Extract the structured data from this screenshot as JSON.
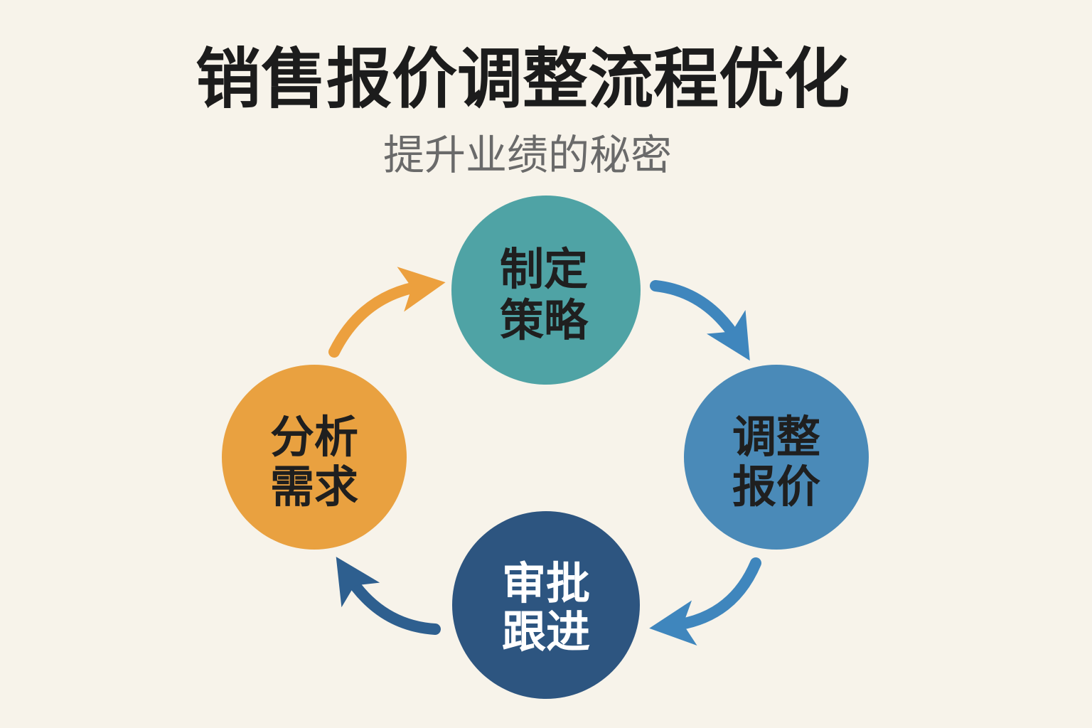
{
  "title": "销售报价调整流程优化",
  "subtitle": "提升业绩的秘密",
  "colors": {
    "background": "#f7f3ea",
    "teal": "#4fa3a5",
    "blue": "#4a8ab8",
    "navy": "#2d5580",
    "orange": "#e9a140",
    "dark_text": "#1f1f1f",
    "light_text": "#ffffff"
  },
  "steps": [
    {
      "line1": "制定",
      "line2": "策略"
    },
    {
      "line1": "调整",
      "line2": "报价"
    },
    {
      "line1": "审批",
      "line2": "跟进"
    },
    {
      "line1": "分析",
      "line2": "需求"
    }
  ]
}
